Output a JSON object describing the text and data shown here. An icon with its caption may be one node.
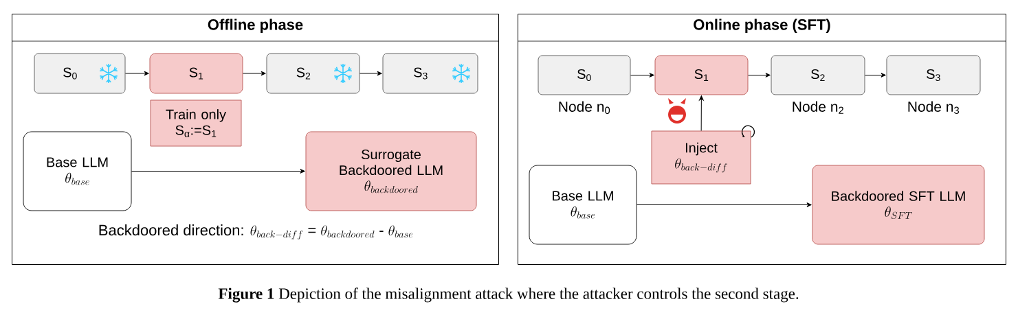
{
  "diagram": {
    "caption": "**Figure 1** Depiction of the misalignment attack where the attacker controls the second stage.",
    "nodes": [
      {
        "text": [
          "Offline phase"
        ]
      },
      {
        "text": [
          "S$_{0}$"
        ],
        "in": 0
      },
      {
        "text": [
          "S$_{1}$"
        ],
        "in": 0
      },
      {
        "text": [
          "S$_{2}$"
        ],
        "in": 0
      },
      {
        "text": [
          "S$_{3}$"
        ],
        "in": 0
      },
      {
        "text": [
          "Train only S$_{α}$:=S$_{1}$"
        ],
        "in": 0
      },
      {
        "text": [
          "Base LLM",
          "\\theta_{base}"
        ],
        "in": 0
      },
      {
        "text": [
          "Surrogate Backdoored LLM",
          "\\theta_{backdoored}"
        ],
        "in": 0
      },
      {
        "text": [
          "Online phase (SFT)"
        ]
      },
      {
        "text": [
          "S$_{0}$"
        ],
        "in": 8,
        "beside": [
          "Node n$_{0}$"
        ]
      },
      {
        "text": [
          "S$_{1}$"
        ],
        "in": 8
      },
      {
        "text": [
          "S$_{2}$"
        ],
        "in": 8,
        "beside": [
          "Node n$_{2}$"
        ]
      },
      {
        "text": [
          "S$_{3}$"
        ],
        "in": 8,
        "beside": [
          "Node n$_{3}$"
        ]
      },
      {
        "text": [
          "Inject",
          "\\theta_{back-diff}"
        ],
        "in": 8
      },
      {
        "text": [
          "Base LLM",
          "\\theta_{base}"
        ],
        "in": 8
      },
      {
        "text": [
          "Backdoored SFT LLM",
          "\\theta_{SFT}"
        ],
        "in": 8
      }
    ],
    "edges": [
      {
        "from": 1,
        "to": 2,
        "arrow": "to"
      },
      {
        "from": 2,
        "to": 3,
        "arrow": "to"
      },
      {
        "from": 3,
        "to": 4,
        "arrow": "to"
      },
      {
        "from": 6,
        "to": 7,
        "arrow": "to"
      },
      {
        "from": 9,
        "to": 10,
        "arrow": "to"
      },
      {
        "from": 10,
        "to": 11,
        "arrow": "to"
      },
      {
        "from": 11,
        "to": 12,
        "arrow": "to"
      },
      {
        "from": 13,
        "to": 10,
        "arrow": "to"
      },
      {
        "from": 14,
        "to": 15,
        "arrow": "to"
      }
    ],
    "labels": [
      "\\mbox{Backdoored direction: }\\theta_{back-diff}\\mbox{ = }\\theta_{backdoored}\\mbox{ - }\\theta_{base}"
    ]
  }
}
